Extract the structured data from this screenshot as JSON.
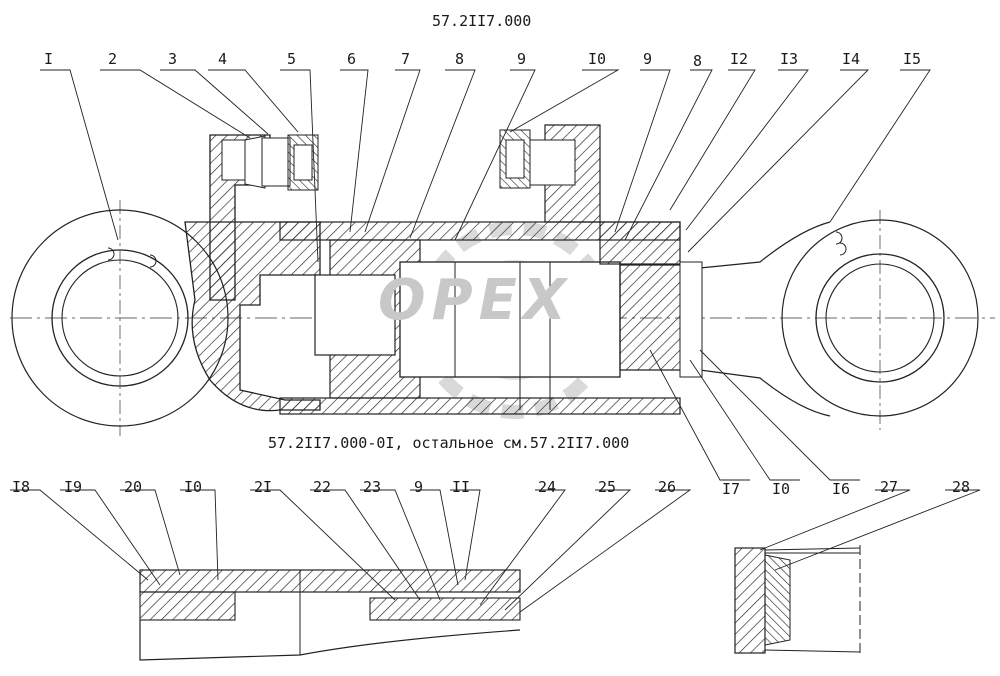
{
  "title": "57.2II7.000",
  "variant_note": "57.2II7.000-0I, остальное см.57.2II7.000",
  "watermark": "OPEX",
  "top_callouts": [
    "I",
    "2",
    "3",
    "4",
    "5",
    "6",
    "7",
    "8",
    "9",
    "I0",
    "9",
    "8",
    "I2",
    "I3",
    "I4",
    "I5"
  ],
  "right_callouts": [
    "I7",
    "I0",
    "I6"
  ],
  "bottom_callouts": [
    "I8",
    "I9",
    "20",
    "I0",
    "2I",
    "22",
    "23",
    "9",
    "II",
    "24",
    "25",
    "26",
    "27",
    "28"
  ]
}
